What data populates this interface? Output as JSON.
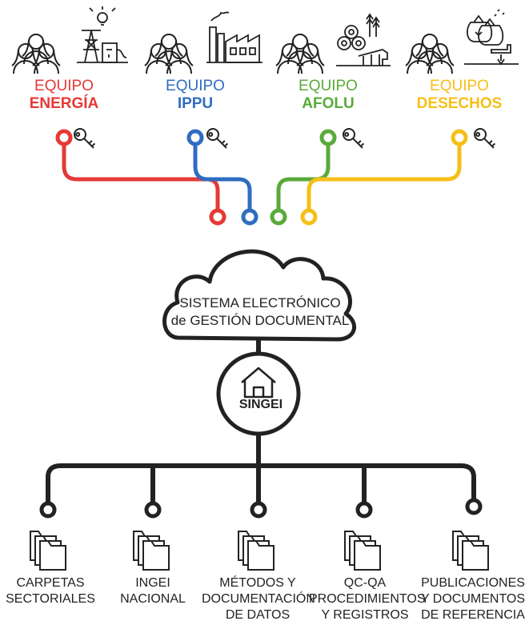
{
  "teams": [
    {
      "line1": "EQUIPO",
      "line2": "ENERGÍA",
      "color": "#e53935",
      "icon": "power-tower-bulb-icon"
    },
    {
      "line1": "EQUIPO",
      "line2": "IPPU",
      "color": "#2f6dc0",
      "icon": "factory-icon"
    },
    {
      "line1": "EQUIPO",
      "line2": "AFOLU",
      "color": "#5aaa3a",
      "icon": "farm-cow-hay-icon"
    },
    {
      "line1": "EQUIPO",
      "line2": "DESECHOS",
      "color": "#f6bf18",
      "icon": "waste-bags-pipe-icon"
    }
  ],
  "cloud": {
    "line1": "SISTEMA ELECTRÓNICO",
    "line2": "de GESTIÓN DOCUMENTAL"
  },
  "hub": {
    "label": "SINGEI",
    "icon": "house-icon"
  },
  "folders": [
    {
      "lines": [
        "CARPETAS",
        "SECTORIALES"
      ]
    },
    {
      "lines": [
        "INGEI",
        "NACIONAL"
      ]
    },
    {
      "lines": [
        "MÉTODOS Y",
        "DOCUMENTACIÓN",
        "DE DATOS"
      ]
    },
    {
      "lines": [
        "QC-QA",
        "PROCEDIMIENTOS",
        "Y REGISTROS"
      ]
    },
    {
      "lines": [
        "PUBLICACIONES",
        "Y DOCUMENTOS",
        "DE REFERENCIA"
      ]
    }
  ],
  "colors": {
    "line": "#222222"
  }
}
